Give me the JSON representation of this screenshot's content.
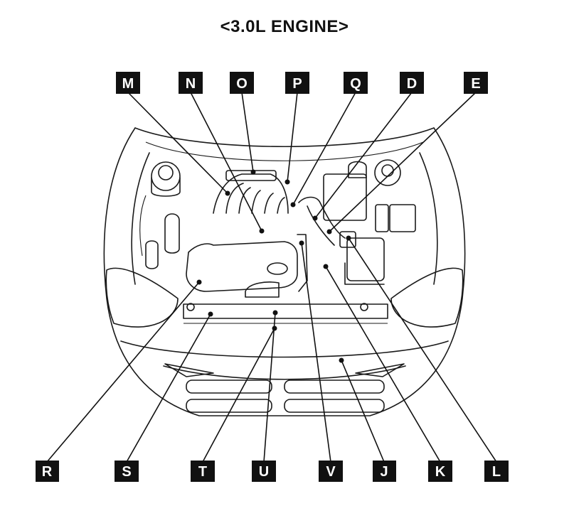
{
  "title": "<3.0L ENGINE>",
  "labels": {
    "M": "M",
    "N": "N",
    "O": "O",
    "P": "P",
    "Q": "Q",
    "D": "D",
    "E": "E",
    "R": "R",
    "S": "S",
    "T": "T",
    "U": "U",
    "V": "V",
    "J": "J",
    "K": "K",
    "L": "L"
  }
}
